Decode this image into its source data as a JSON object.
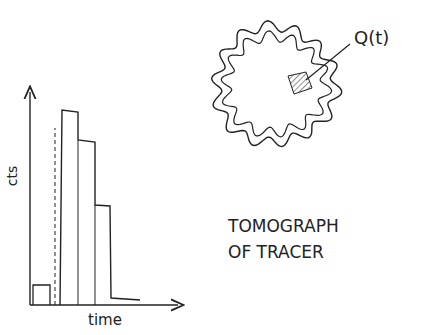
{
  "diagram": {
    "labels": [
      "Q(t)",
      "cts",
      "time",
      "TOMOGRAPH OF TRACER"
    ]
  }
}
